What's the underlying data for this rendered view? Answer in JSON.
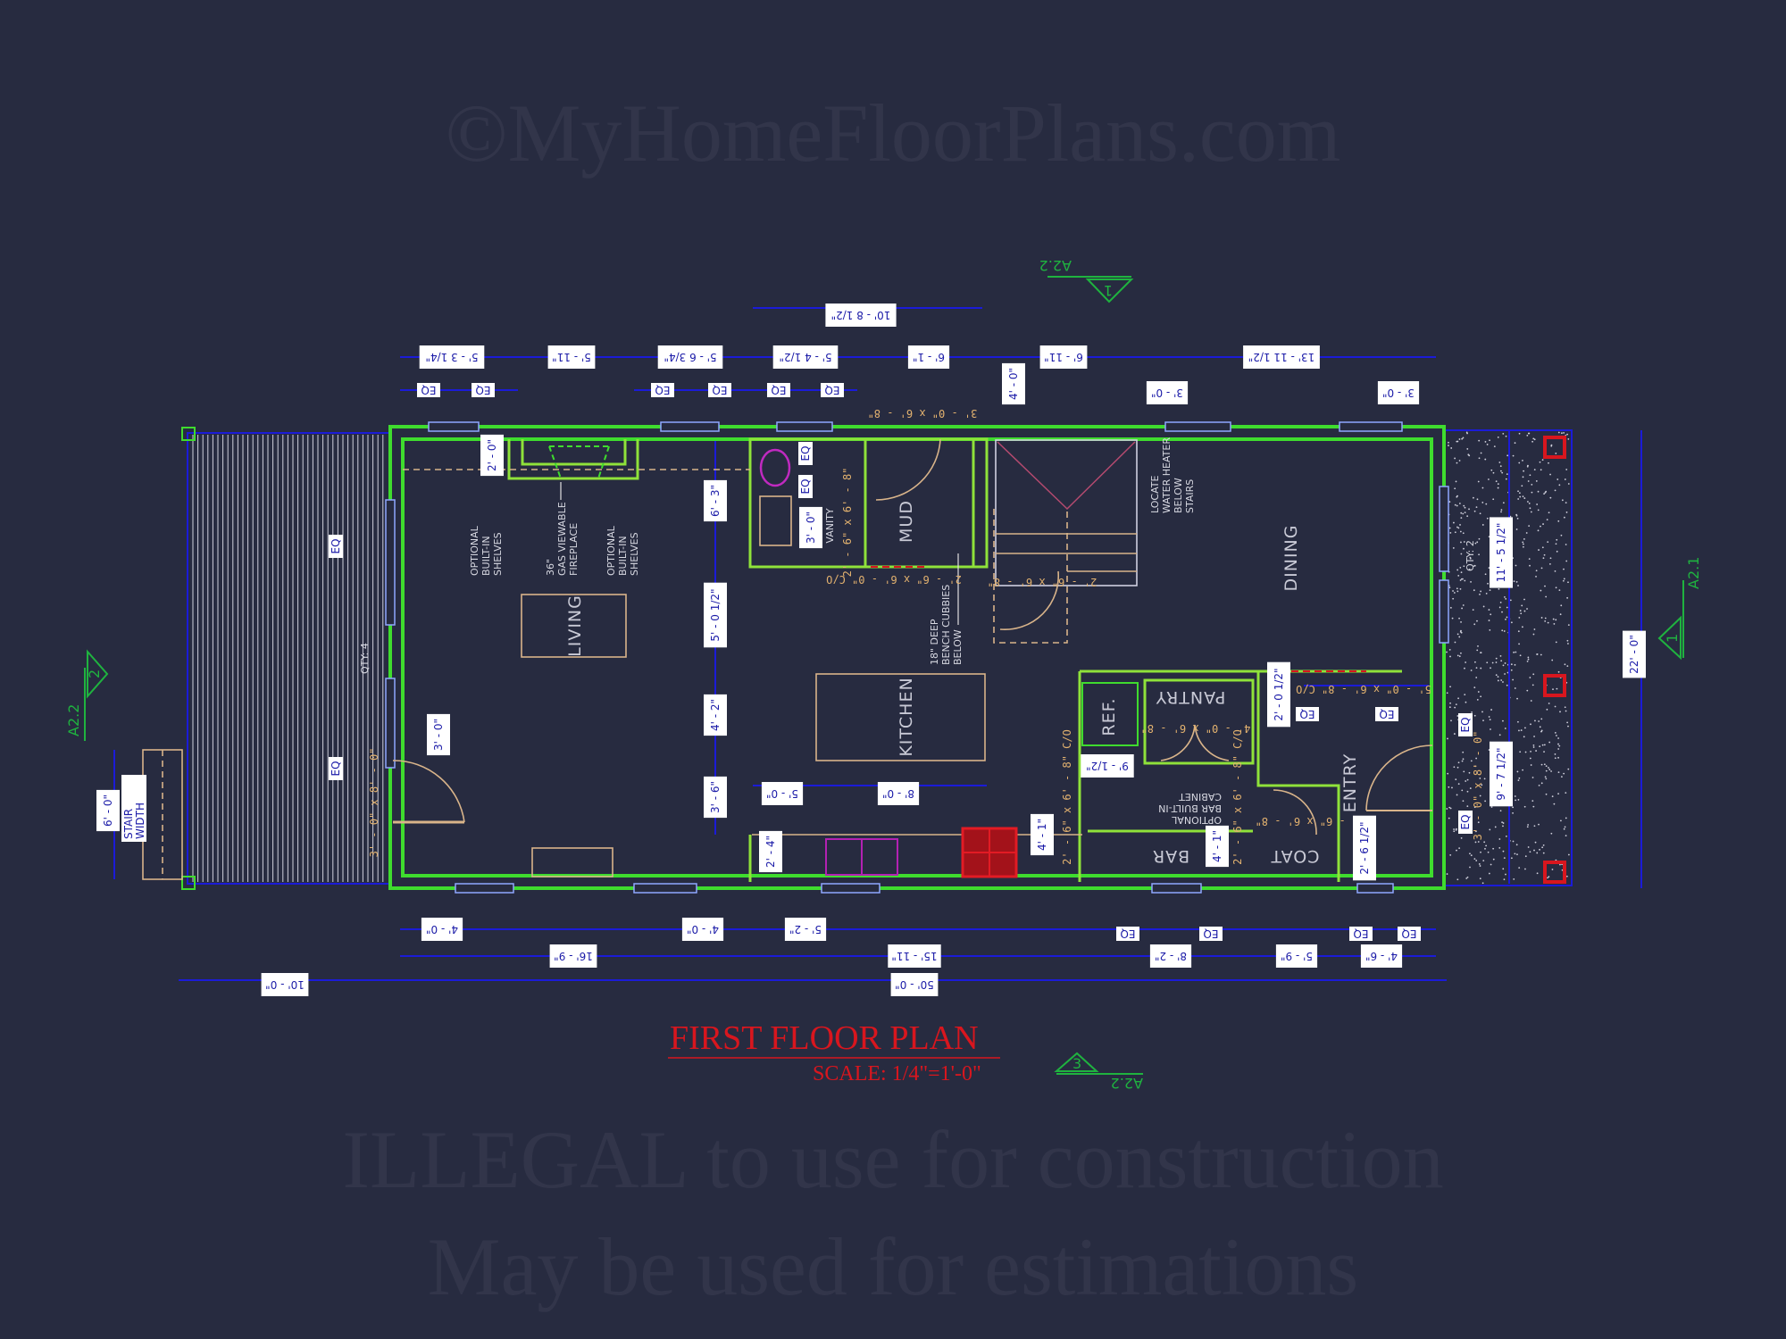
{
  "title": {
    "main": "FIRST FLOOR PLAN",
    "scale": "SCALE: 1/4\"=1'-0\""
  },
  "colors": {
    "background": "#272b40",
    "walls": "#3fdc2e",
    "dimensions": "#1b1bd8",
    "title": "#d8161e",
    "section_markers": "#1fb33f",
    "door_tags": "#e3b26f"
  },
  "watermark": [
    "©MyHomeFloorPlans.com",
    "ILLEGAL to use for construction",
    "May be used for estimations"
  ],
  "section_markers": [
    {
      "sheet": "A2.2",
      "number": "1"
    },
    {
      "sheet": "A2.2",
      "number": "2"
    },
    {
      "sheet": "A2.1",
      "number": "1"
    },
    {
      "sheet": "A2.2",
      "number": "3"
    }
  ],
  "rooms": {
    "living": "LIVING",
    "mud": "MUD",
    "kitchen": "KITCHEN",
    "dining": "DINING",
    "ref": "REF.",
    "pantry": "PANTRY",
    "bar": "BAR",
    "coat": "COAT",
    "entry": "ENTRY",
    "vanity": "VANITY"
  },
  "notes": {
    "shelves": [
      "OPTIONAL",
      "BUILT-IN",
      "SHELVES"
    ],
    "fireplace": [
      "36\"",
      "GAS VIEWABLE",
      "FIREPLACE"
    ],
    "bench": [
      "18\" DEEP",
      "BENCH CUBBIES",
      "BELOW"
    ],
    "water_heater": [
      "LOCATE",
      "WATER HEATER",
      "BELOW",
      "STAIRS"
    ],
    "bar_cabinet": [
      "OPTIONAL",
      "BAR BUILT-IN",
      "CABINET"
    ],
    "stair_width": [
      "STAIR",
      "WIDTH"
    ],
    "qty_left": "QTY: 4",
    "qty_right": "QTY: 2"
  },
  "door_tags": {
    "top_window": "3' - 0\" x 6' - 8\"",
    "mud_co": "2' - 6\" x 6' - 0\" C/O",
    "stair_door": "2' - 6\" x 6' - 8\"",
    "left_door": "3' - 0\" x 8' - 0\"",
    "pantry_door": "4' - 0\" x 6' - 8\"",
    "dining_co": "5' - 0\" x 6' - 8\" C/O",
    "bar_co_left": "2' - 6\" x 6' - 8\" C/O",
    "bar_co_right": "2' - 6\" x 6' - 8\" C/O",
    "coat_door": "2' - 6\" x 6' - 8\"",
    "bath_door": "2' - 6\" x 6' - 8\"",
    "right_door": "3' - 0\" x 8' - 0\""
  },
  "dimensions": {
    "top_overall": "10' - 8 1/2\"",
    "top": [
      "5' - 3 1/4\"",
      "5' - 11\"",
      "5' - 6 3/4\"",
      "5' - 4 1/2\"",
      "6' - 1\"",
      "6' - 11\"",
      "13' - 11 1/2\""
    ],
    "top_secondary": [
      "4' - 0\"",
      "3' - 0\"",
      "3' - 0\""
    ],
    "eq": "EQ",
    "bottom_row1": [
      "4' - 0\"",
      "4' - 0\"",
      "5' - 2\""
    ],
    "bottom_row2": [
      "16' - 9\"",
      "15' - 11\"",
      "8' - 2\"",
      "5' - 9\"",
      "4' - 6\""
    ],
    "bottom_row3": [
      "10' - 0\"",
      "50' - 0\""
    ],
    "interior": [
      "2' - 0\"",
      "6' - 3\"",
      "5' - 0 1/2\"",
      "4' - 2\"",
      "3' - 6\"",
      "5' - 0\"",
      "8' - 0\"",
      "2' - 4\"",
      "3' - 0\"",
      "4' - 1\"",
      "4' - 1\"",
      "9' - 1/2\"",
      "2' - 0 1/2\"",
      "2' - 6 1/2\"",
      "3' - 0\""
    ],
    "right": [
      "11' - 5 1/2\"",
      "9' - 7 1/2\"",
      "22' - 0\""
    ],
    "left": [
      "6' - 0\""
    ]
  }
}
